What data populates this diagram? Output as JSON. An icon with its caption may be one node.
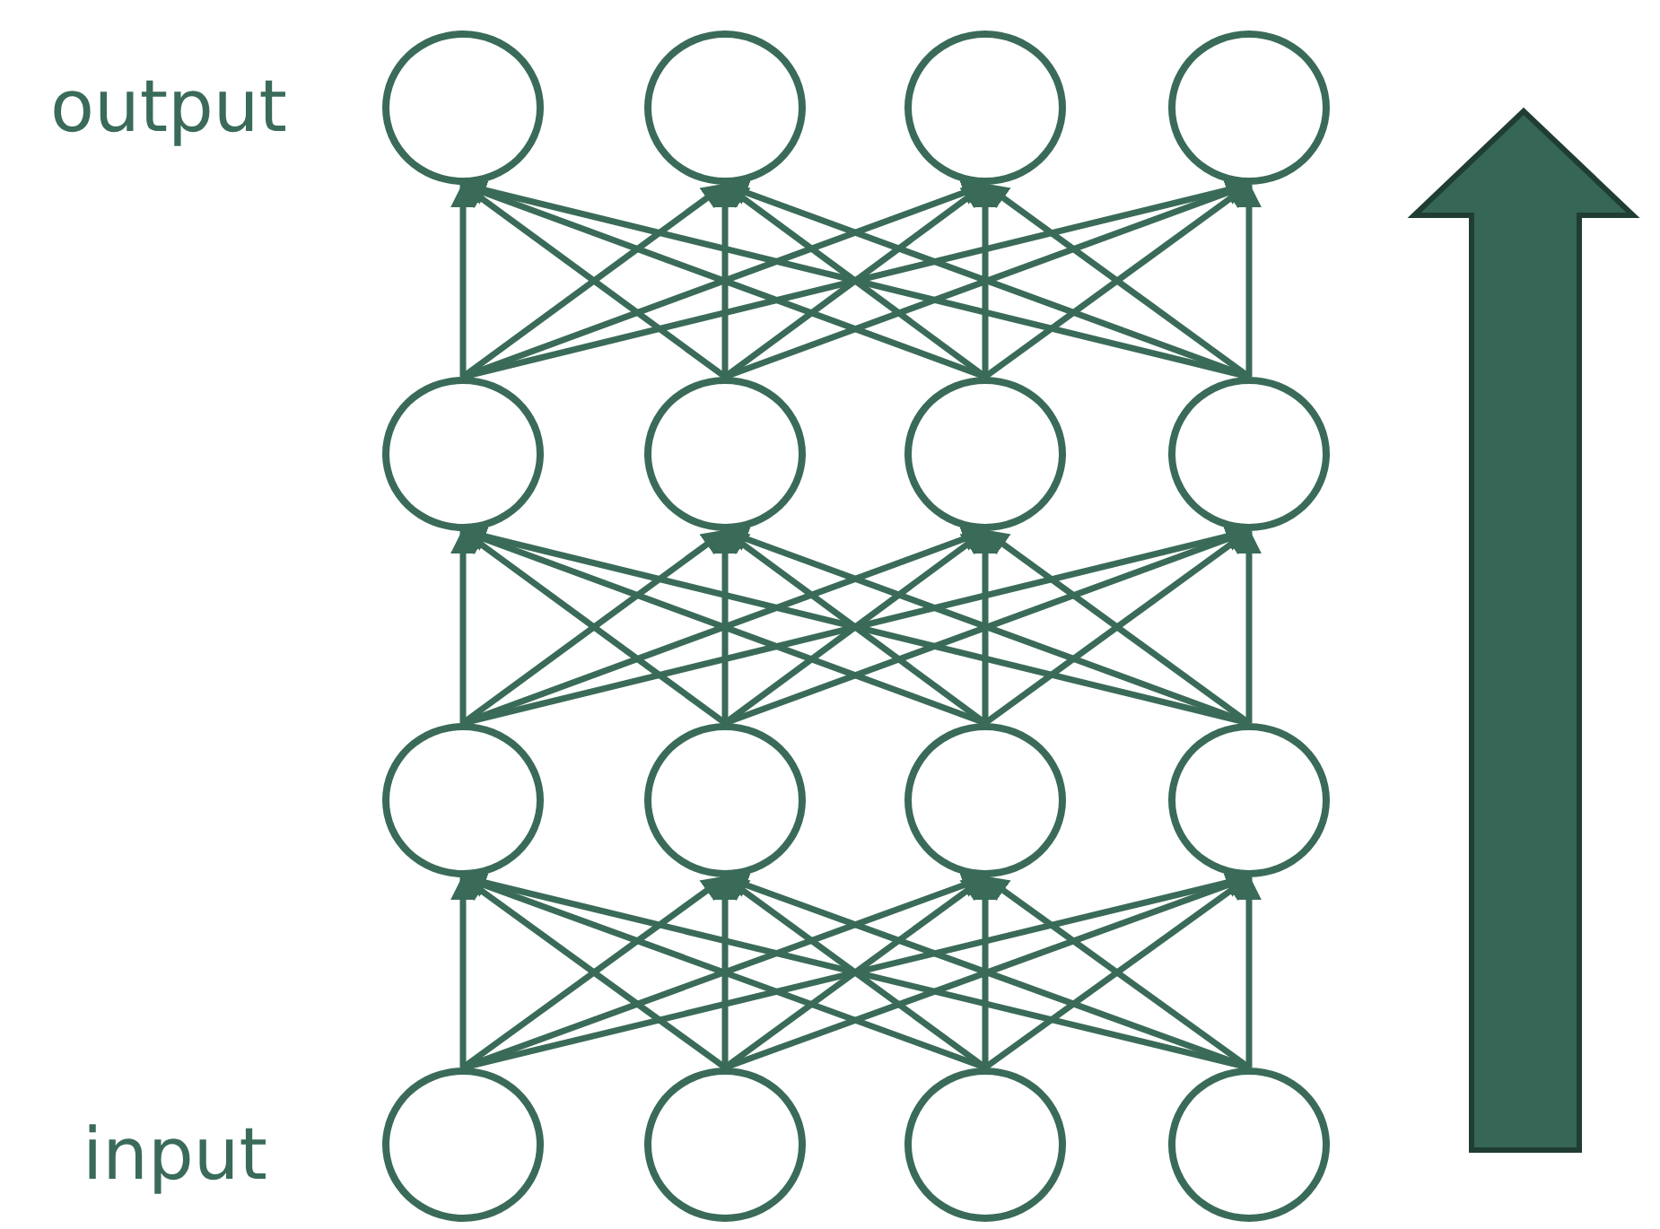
{
  "diagram": {
    "nodes": [
      {
        "text": [],
        "shape": "circle"
      },
      {
        "text": [],
        "shape": "circle"
      },
      {
        "text": [],
        "shape": "circle"
      },
      {
        "text": [],
        "shape": "circle"
      },
      {
        "text": [],
        "shape": "circle"
      },
      {
        "text": [],
        "shape": "circle"
      },
      {
        "text": [],
        "shape": "circle"
      },
      {
        "text": [],
        "shape": "circle"
      },
      {
        "text": [],
        "shape": "circle"
      },
      {
        "text": [],
        "shape": "circle"
      },
      {
        "text": [],
        "shape": "circle"
      },
      {
        "text": [],
        "shape": "circle"
      },
      {
        "text": [],
        "shape": "circle"
      },
      {
        "text": [],
        "shape": "circle"
      },
      {
        "text": [],
        "shape": "circle"
      },
      {
        "text": [],
        "shape": "circle"
      }
    ],
    "edges": [
      {
        "from": 12,
        "to": 8,
        "arrow": "to"
      },
      {
        "from": 12,
        "to": 9,
        "arrow": "to"
      },
      {
        "from": 12,
        "to": 10,
        "arrow": "to"
      },
      {
        "from": 12,
        "to": 11,
        "arrow": "to"
      },
      {
        "from": 13,
        "to": 8,
        "arrow": "to"
      },
      {
        "from": 13,
        "to": 9,
        "arrow": "to"
      },
      {
        "from": 13,
        "to": 10,
        "arrow": "to"
      },
      {
        "from": 13,
        "to": 11,
        "arrow": "to"
      },
      {
        "from": 14,
        "to": 8,
        "arrow": "to"
      },
      {
        "from": 14,
        "to": 9,
        "arrow": "to"
      },
      {
        "from": 14,
        "to": 10,
        "arrow": "to"
      },
      {
        "from": 14,
        "to": 11,
        "arrow": "to"
      },
      {
        "from": 15,
        "to": 8,
        "arrow": "to"
      },
      {
        "from": 15,
        "to": 9,
        "arrow": "to"
      },
      {
        "from": 15,
        "to": 10,
        "arrow": "to"
      },
      {
        "from": 15,
        "to": 11,
        "arrow": "to"
      },
      {
        "from": 8,
        "to": 4,
        "arrow": "to"
      },
      {
        "from": 8,
        "to": 5,
        "arrow": "to"
      },
      {
        "from": 8,
        "to": 6,
        "arrow": "to"
      },
      {
        "from": 8,
        "to": 7,
        "arrow": "to"
      },
      {
        "from": 9,
        "to": 4,
        "arrow": "to"
      },
      {
        "from": 9,
        "to": 5,
        "arrow": "to"
      },
      {
        "from": 9,
        "to": 6,
        "arrow": "to"
      },
      {
        "from": 9,
        "to": 7,
        "arrow": "to"
      },
      {
        "from": 10,
        "to": 4,
        "arrow": "to"
      },
      {
        "from": 10,
        "to": 5,
        "arrow": "to"
      },
      {
        "from": 10,
        "to": 6,
        "arrow": "to"
      },
      {
        "from": 10,
        "to": 7,
        "arrow": "to"
      },
      {
        "from": 11,
        "to": 4,
        "arrow": "to"
      },
      {
        "from": 11,
        "to": 5,
        "arrow": "to"
      },
      {
        "from": 11,
        "to": 6,
        "arrow": "to"
      },
      {
        "from": 11,
        "to": 7,
        "arrow": "to"
      },
      {
        "from": 4,
        "to": 0,
        "arrow": "to"
      },
      {
        "from": 4,
        "to": 1,
        "arrow": "to"
      },
      {
        "from": 4,
        "to": 2,
        "arrow": "to"
      },
      {
        "from": 4,
        "to": 3,
        "arrow": "to"
      },
      {
        "from": 5,
        "to": 0,
        "arrow": "to"
      },
      {
        "from": 5,
        "to": 1,
        "arrow": "to"
      },
      {
        "from": 5,
        "to": 2,
        "arrow": "to"
      },
      {
        "from": 5,
        "to": 3,
        "arrow": "to"
      },
      {
        "from": 6,
        "to": 0,
        "arrow": "to"
      },
      {
        "from": 6,
        "to": 1,
        "arrow": "to"
      },
      {
        "from": 6,
        "to": 2,
        "arrow": "to"
      },
      {
        "from": 6,
        "to": 3,
        "arrow": "to"
      },
      {
        "from": 7,
        "to": 0,
        "arrow": "to"
      },
      {
        "from": 7,
        "to": 1,
        "arrow": "to"
      },
      {
        "from": 7,
        "to": 2,
        "arrow": "to"
      },
      {
        "from": 7,
        "to": 3,
        "arrow": "to"
      }
    ],
    "labels": [
      "output",
      "input"
    ]
  }
}
